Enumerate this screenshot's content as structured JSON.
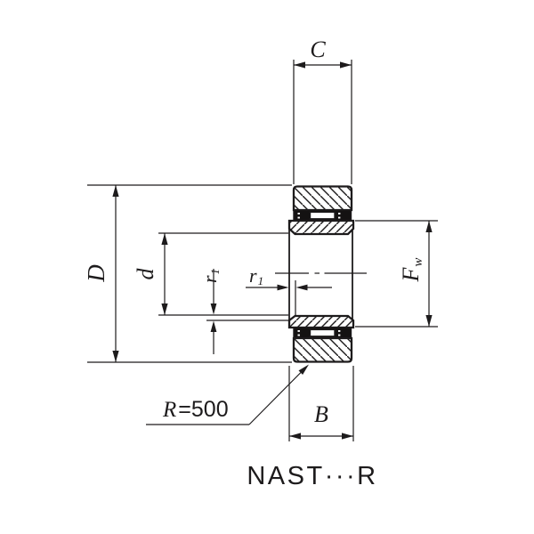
{
  "part_label": "NAST···R",
  "dimensions": {
    "outer_ring_width": "C",
    "outer_diameter": "D",
    "bore_diameter": "d",
    "chamfer_left": {
      "base": "r",
      "sub": "1"
    },
    "chamfer_right": {
      "base": "r",
      "sub": "1"
    },
    "roller_inscribed_diameter": {
      "base": "F",
      "sub": "w"
    },
    "inner_ring_width": "B",
    "crowning_radius_note": {
      "symbol": "R",
      "value": "=500"
    }
  },
  "colors": {
    "line": "#1d1b1c",
    "background": "#ffffff"
  }
}
